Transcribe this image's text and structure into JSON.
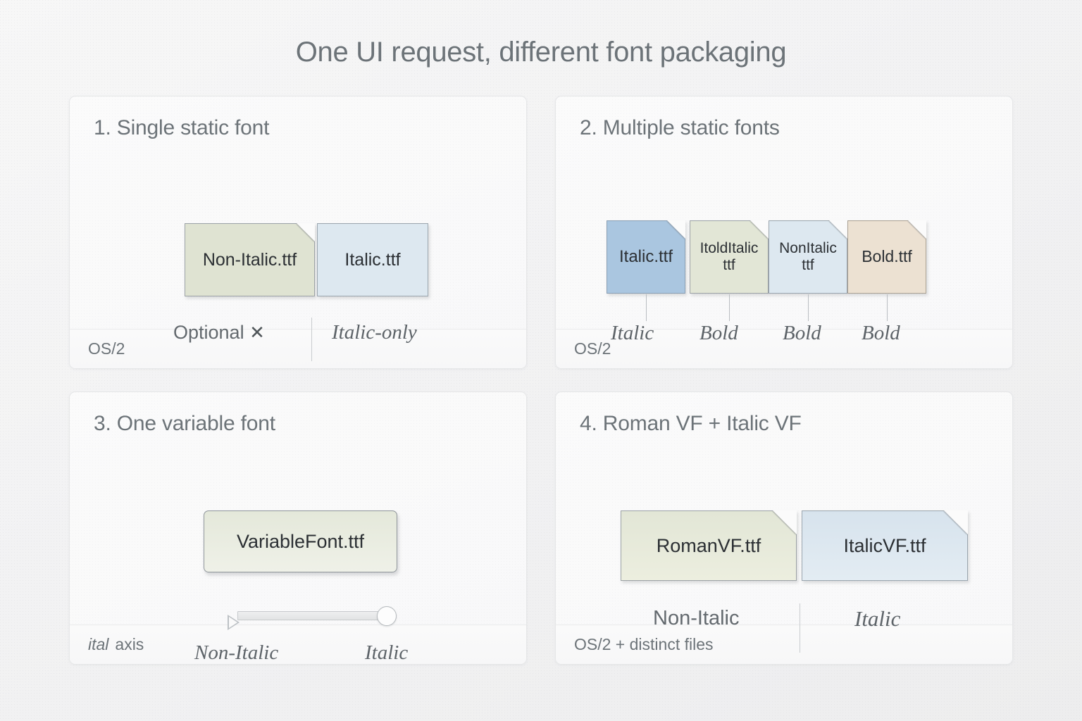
{
  "title": "One UI request, different font packaging",
  "colors": {
    "background": "#f4f4f5",
    "panel": "#fbfbfb",
    "panel_border": "#e6e7e8",
    "text": "#6c7378",
    "card_green": "#dfe3d2",
    "card_light_blue": "#dde8f0",
    "card_blue": "#aac6e0",
    "card_beige": "#ece1d2",
    "card_border": "#9ca2a6"
  },
  "panels": [
    {
      "title": "1. Single static font",
      "footer": "OS/2",
      "footer_italic_word": "",
      "cards": [
        {
          "label": "Non-Italic.ttf",
          "color": "card_green"
        },
        {
          "label": "Italic.ttf",
          "color": "card_light_blue"
        }
      ],
      "captions": [
        {
          "text": "Optional",
          "style": "sans",
          "mark": "✕"
        },
        {
          "text": "Italic-only",
          "style": "serif-italic"
        }
      ]
    },
    {
      "title": "2. Multiple static fonts",
      "footer": "OS/2",
      "footer_italic_word": "",
      "cards": [
        {
          "label": "Italic.ttf",
          "color": "card_blue"
        },
        {
          "label": "ItoldItalic\nttf",
          "color": "card_green"
        },
        {
          "label": "NonItalic\nttf",
          "color": "card_light_blue"
        },
        {
          "label": "Bold.ttf",
          "color": "card_beige"
        }
      ],
      "captions": [
        {
          "text": "Italic",
          "style": "serif-italic"
        },
        {
          "text": "Bold",
          "style": "serif-italic"
        },
        {
          "text": "Bold",
          "style": "serif-italic"
        },
        {
          "text": "Bold",
          "style": "serif-italic"
        }
      ]
    },
    {
      "title": "3. One variable font",
      "footer": "axis",
      "footer_italic_word": "ital",
      "cards": [
        {
          "label": "VariableFont.ttf",
          "color": "card_green"
        }
      ],
      "slider": {
        "min_label": "Non-Italic",
        "max_label": "Italic",
        "value": 100
      },
      "captions": []
    },
    {
      "title": "4. Roman VF + Italic VF",
      "footer": "OS/2 + distinct files",
      "footer_italic_word": "",
      "cards": [
        {
          "label": "RomanVF.ttf",
          "color": "card_green"
        },
        {
          "label": "ItalicVF.ttf",
          "color": "card_light_blue"
        }
      ],
      "captions": [
        {
          "text": "Non-Italic",
          "style": "sans"
        },
        {
          "text": "Italic",
          "style": "serif-italic"
        }
      ]
    }
  ]
}
